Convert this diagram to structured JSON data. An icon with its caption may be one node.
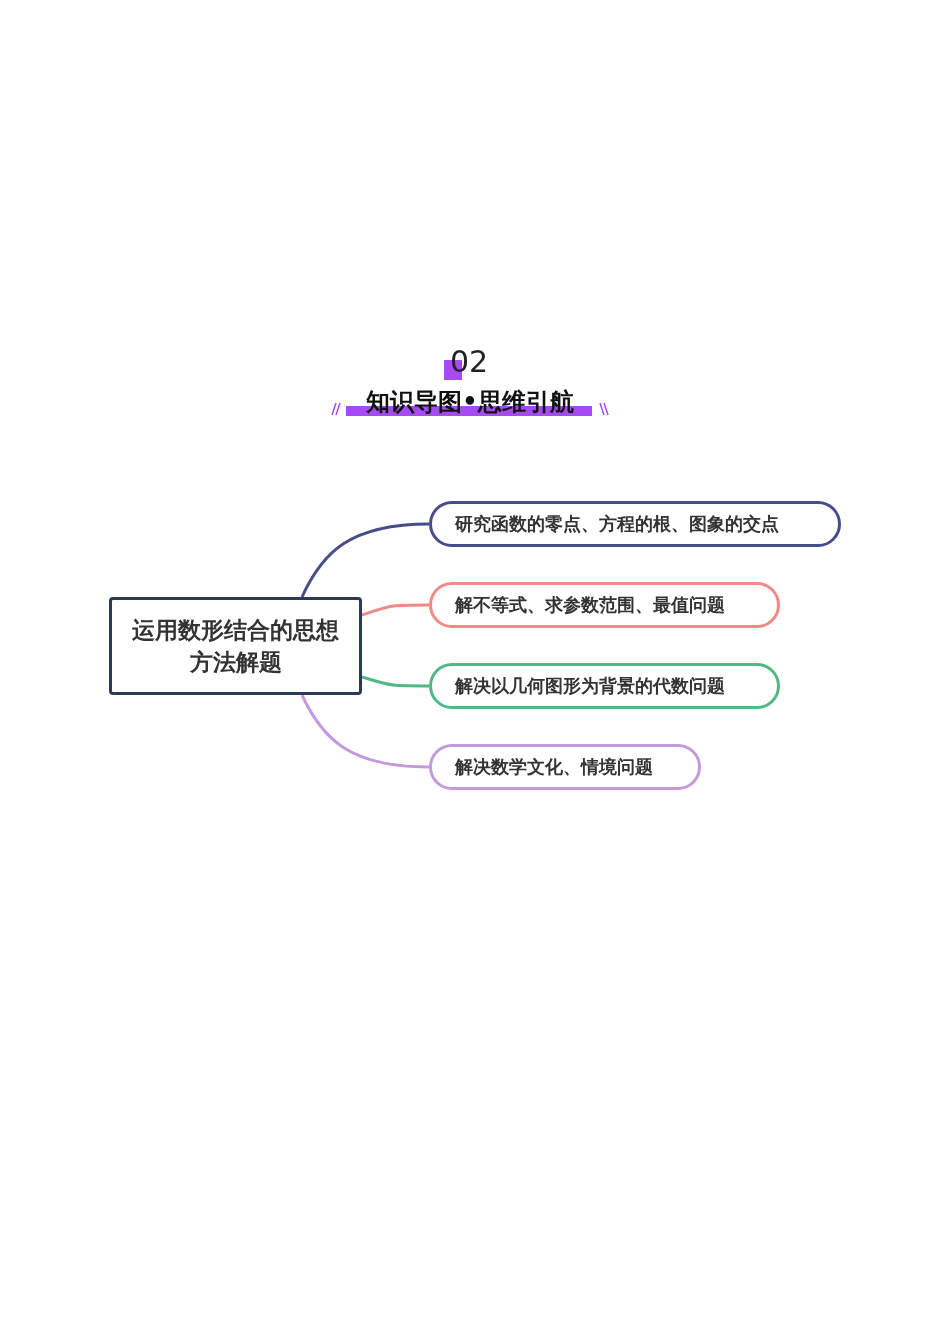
{
  "diagram": {
    "title": "知识导图•思维引航",
    "nodes": [
      {
        "text": [
          "运用数形结合的思想方法解题"
        ]
      },
      {
        "text": [
          "研究函数的零点、方程的根、图象的交点"
        ]
      },
      {
        "text": [
          "解不等式、求参数范围、最值问题"
        ]
      },
      {
        "text": [
          "解决以几何图形为背景的代数问题"
        ]
      },
      {
        "text": [
          "解决数学文化、情境问题"
        ]
      }
    ],
    "edges": [
      {
        "from": 0,
        "to": 1,
        "arrow": "none",
        "color": "#474c8a"
      },
      {
        "from": 0,
        "to": 2,
        "arrow": "none",
        "color": "#f08a84"
      },
      {
        "from": 0,
        "to": 3,
        "arrow": "none",
        "color": "#4fb885"
      },
      {
        "from": 0,
        "to": 4,
        "arrow": "none",
        "color": "#c39ade"
      }
    ],
    "labels": [
      "02"
    ]
  }
}
